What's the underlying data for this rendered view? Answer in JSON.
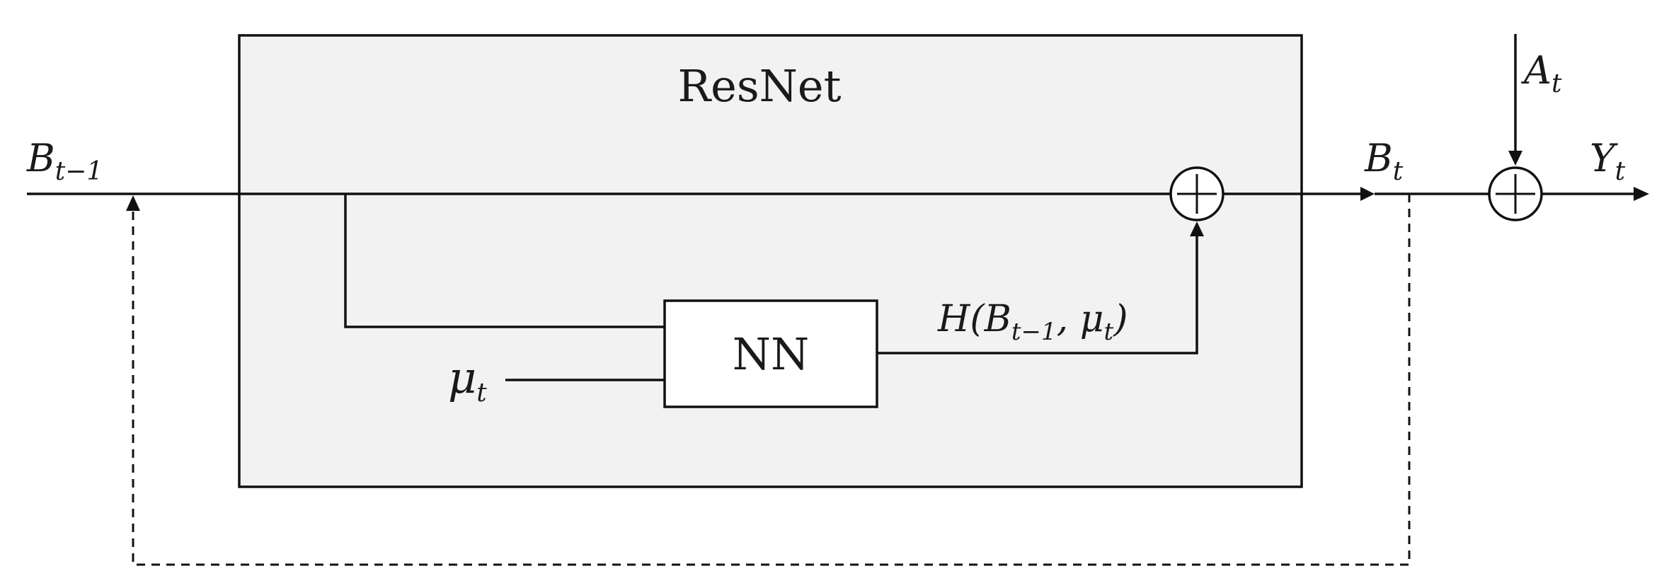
{
  "diagram": {
    "resnet_title": "ResNet",
    "nn_label": "NN",
    "b_prev": {
      "base": "B",
      "sub": "t−1"
    },
    "b_t": {
      "base": "B",
      "sub": "t"
    },
    "a_t": {
      "base": "A",
      "sub": "t"
    },
    "y_t": {
      "base": "Y",
      "sub": "t"
    },
    "mu_t": {
      "base": "μ",
      "sub": "t"
    },
    "h_func": {
      "prefix": "H(",
      "arg1_base": "B",
      "arg1_sub": "t−1",
      "sep": ", ",
      "arg2_base": "μ",
      "arg2_sub": "t",
      "suffix": ")"
    }
  },
  "colors": {
    "resnet_fill": "#f2f2f2",
    "stroke": "#111111",
    "nn_fill": "#ffffff"
  }
}
